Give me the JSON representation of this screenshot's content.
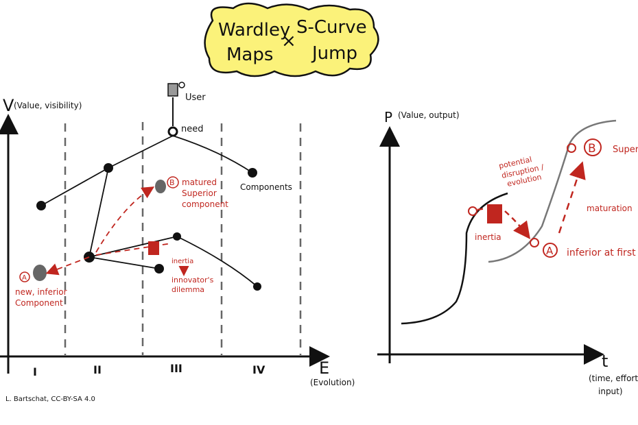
{
  "title": {
    "line1_left": "Wardley",
    "line2_left": "Maps",
    "times": "×",
    "line1_right": "S-Curve",
    "line2_right": "Jump"
  },
  "colors": {
    "accent_red": "#c0261f",
    "title_cloud": "#fbf27a",
    "ink": "#111111",
    "grey_curve": "#777777"
  },
  "wardley": {
    "y_axis_symbol": "V",
    "y_axis_label": "(Value, visibility)",
    "x_axis_symbol": "E",
    "x_axis_label": "(Evolution)",
    "user_label": "User",
    "need_label": "need",
    "components_label": "Components",
    "phases": [
      "I",
      "II",
      "III",
      "IV"
    ],
    "matured_label": [
      "matured",
      "Superior",
      "component"
    ],
    "new_label": [
      "new, inferior",
      "Component"
    ],
    "inertia_label": "inertia",
    "dilemma_label": [
      "innovator's",
      "dilemma"
    ],
    "badge_a": "A",
    "badge_b": "B"
  },
  "scurve": {
    "y_axis_symbol": "P",
    "y_axis_label": "(Value, output)",
    "x_axis_symbol": "t",
    "x_axis_label": [
      "(time, effort,",
      "input)"
    ],
    "disruption_label": [
      "potential",
      "disruption /",
      "evolution"
    ],
    "inertia_label": "inertia",
    "maturation_label": "maturation",
    "inferior_label": "inferior at first",
    "superior_label": "Superior",
    "badge_a": "A",
    "badge_b": "B"
  },
  "credit": "L. Bartschat, CC-BY-SA 4.0"
}
